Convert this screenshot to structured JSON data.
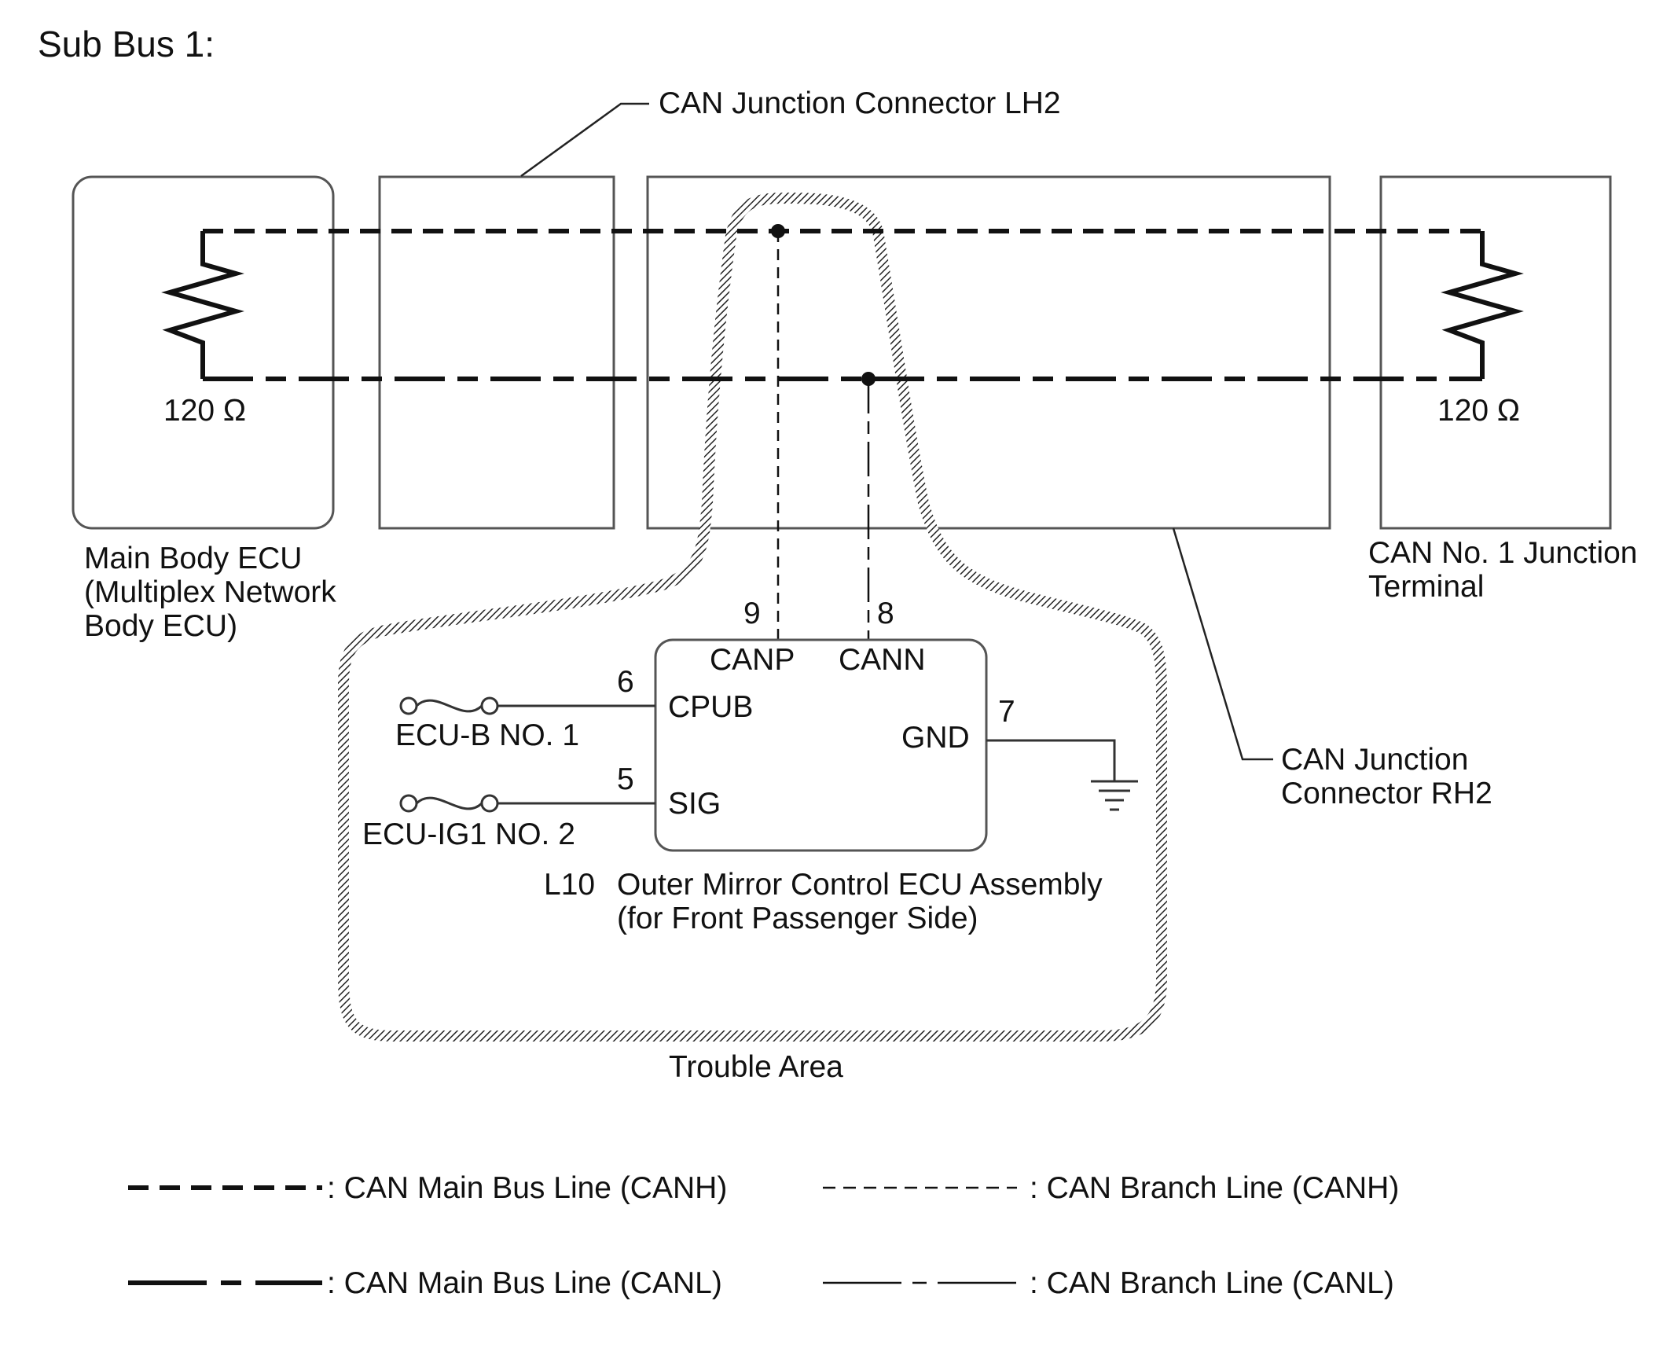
{
  "title": "Sub Bus 1:",
  "components": {
    "main_body_ecu": {
      "lines": [
        "Main Body ECU",
        "(Multiplex Network",
        "Body ECU)"
      ],
      "resistor": "120 Ω"
    },
    "junction_lh2": {
      "label": "CAN Junction Connector LH2"
    },
    "junction_rh2": {
      "lines": [
        "CAN Junction",
        "Connector RH2"
      ]
    },
    "junction_terminal": {
      "lines": [
        "CAN No. 1 Junction",
        "Terminal"
      ],
      "resistor": "120 Ω"
    },
    "mirror_ecu": {
      "code": "L10",
      "lines": [
        "Outer Mirror Control ECU Assembly",
        "(for Front Passenger Side)"
      ],
      "pins": {
        "canp": {
          "number": "9",
          "name": "CANP"
        },
        "cann": {
          "number": "8",
          "name": "CANN"
        },
        "cpub": {
          "number": "6",
          "name": "CPUB"
        },
        "sig": {
          "number": "5",
          "name": "SIG"
        },
        "gnd": {
          "number": "7",
          "name": "GND"
        }
      }
    },
    "fuses": {
      "ecu_b": "ECU-B NO. 1",
      "ecu_ig1": "ECU-IG1 NO. 2"
    },
    "trouble_area": "Trouble Area"
  },
  "legend": {
    "main_canh": ": CAN Main Bus Line (CANH)",
    "branch_canh": ": CAN Branch Line (CANH)",
    "main_canl": ": CAN Main Bus Line (CANL)",
    "branch_canl": ": CAN Branch Line (CANL)"
  },
  "colors": {
    "line": "#111111",
    "box_border": "#555555",
    "background": "#ffffff"
  }
}
